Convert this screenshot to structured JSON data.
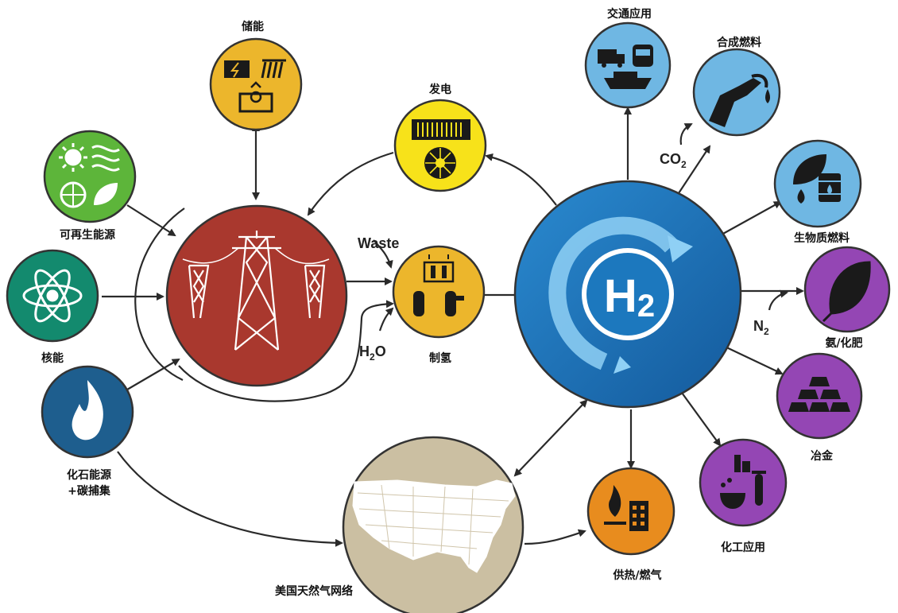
{
  "nodes": {
    "storage": {
      "label": "储能",
      "color": "#ECB62C",
      "icon": "battery-icon"
    },
    "renewable": {
      "label": "可再生能源",
      "color": "#5DB53A",
      "icon": "sun-wind-icon"
    },
    "nuclear": {
      "label": "核能",
      "color": "#138A6E",
      "icon": "atom-icon"
    },
    "fossil": {
      "label_line1": "化石能源",
      "label_line2": "+碳捕集",
      "color": "#1E5E8E",
      "icon": "flame-icon"
    },
    "grid": {
      "color": "#A9382E",
      "icon": "power-tower-icon"
    },
    "power": {
      "label": "发电",
      "color": "#F7E21A",
      "icon": "fuel-cell-icon"
    },
    "production": {
      "label": "制氢",
      "color": "#ECB62C",
      "icon": "electrolyzer-icon"
    },
    "hydrogen": {
      "text": "H2",
      "color": "#1C78BE",
      "icon": "h2-logo-icon"
    },
    "pipeline": {
      "label": "美国天然气网络",
      "color": "#CBBFA2",
      "icon": "us-map-icon"
    },
    "heat": {
      "label": "供热/燃气",
      "color": "#E88C1E",
      "icon": "building-flame-icon"
    },
    "transport": {
      "label": "交通应用",
      "color": "#6FB7E3",
      "icon": "truck-train-ship-icon"
    },
    "synfuel": {
      "label": "合成燃料",
      "color": "#6FB7E3",
      "icon": "fuel-nozzle-icon"
    },
    "biofuel": {
      "label": "生物质燃料",
      "color": "#6FB7E3",
      "icon": "leaf-barrel-icon"
    },
    "ammonia": {
      "label": "氨/化肥",
      "color": "#9446B4",
      "icon": "leaf-icon"
    },
    "metallurgy": {
      "label": "冶金",
      "color": "#9446B4",
      "icon": "ingots-icon"
    },
    "chemical": {
      "label": "化工应用",
      "color": "#9446B4",
      "icon": "flask-icon"
    }
  },
  "inputs": {
    "waste": "Waste",
    "water_main": "H",
    "water_sub": "2",
    "water_tail": "O",
    "co2_main": "CO",
    "co2_sub": "2",
    "n2_main": "N",
    "n2_sub": "2"
  }
}
